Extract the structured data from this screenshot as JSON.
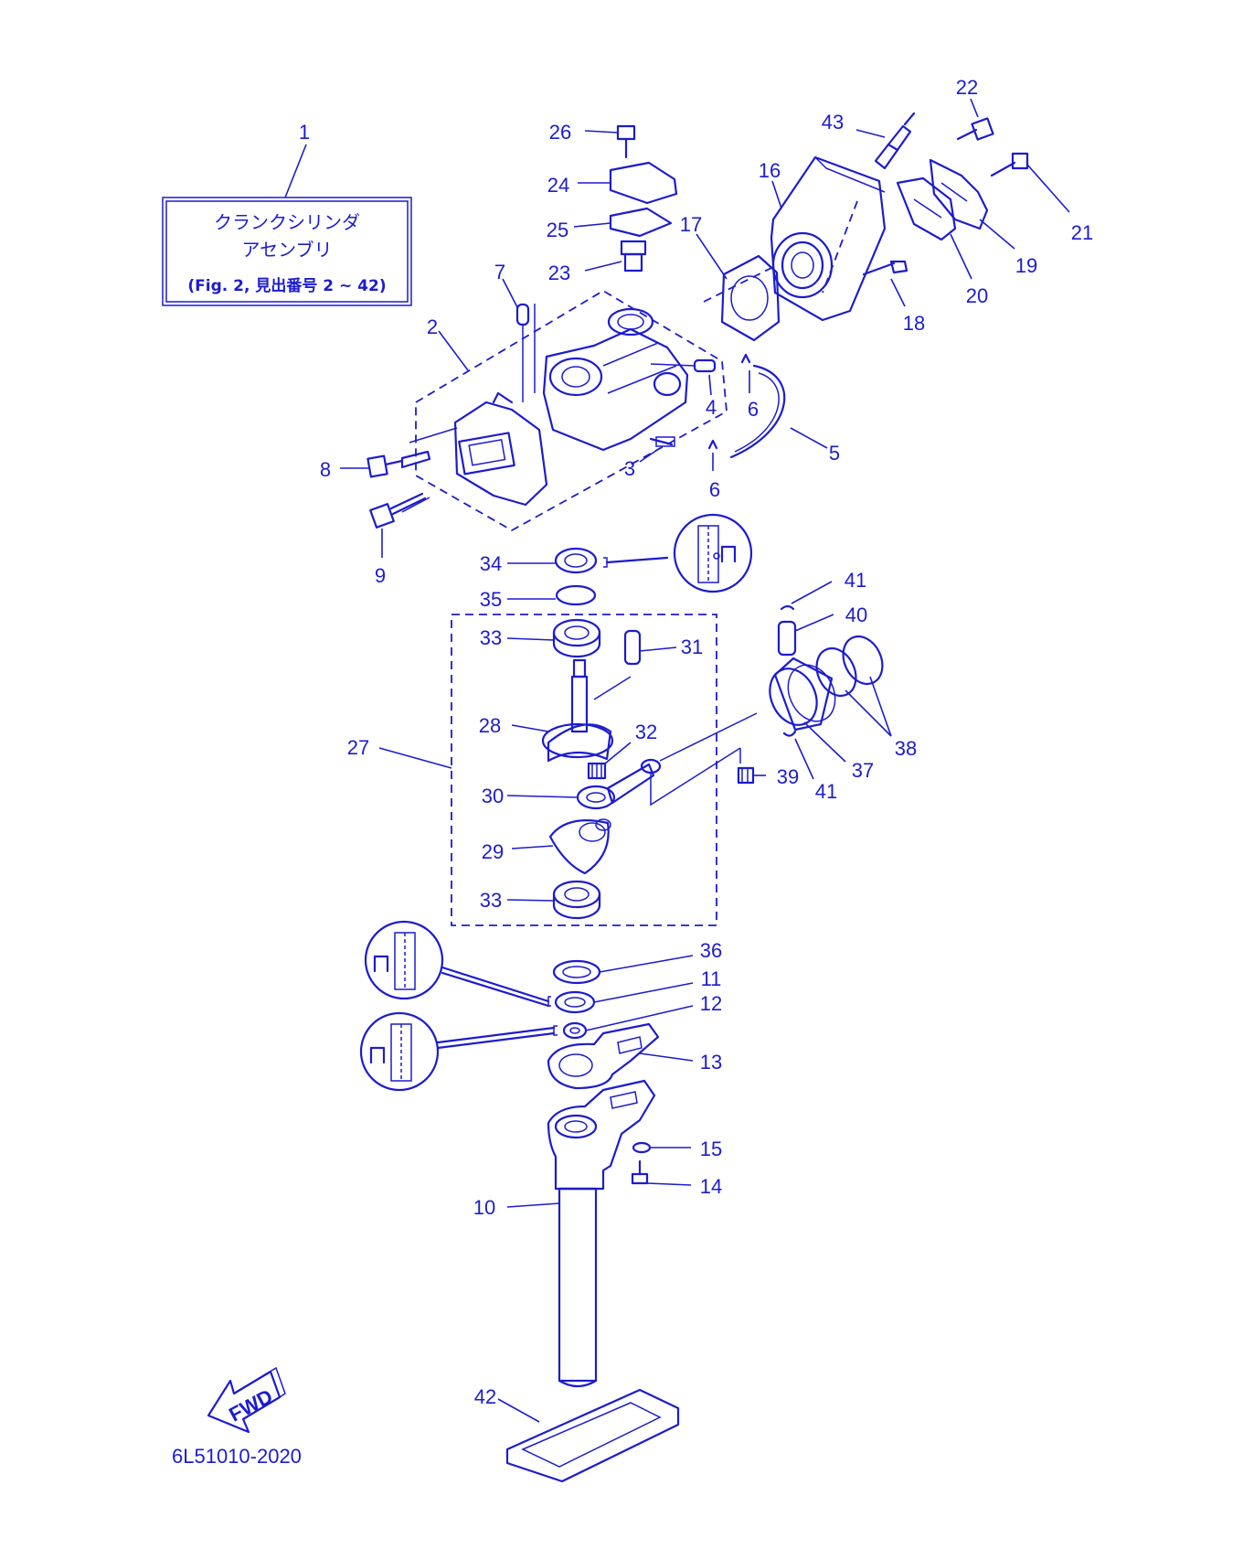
{
  "assembly_box": {
    "number": "1",
    "line1": "クランクシリンダ",
    "line2": "アセンブリ",
    "line3": "(Fig. 2, 見出番号 2 ~ 42)"
  },
  "labels": {
    "n2": "2",
    "n3": "3",
    "n4": "4",
    "n5": "5",
    "n6a": "6",
    "n6b": "6",
    "n7": "7",
    "n8": "8",
    "n9": "9",
    "n10": "10",
    "n11": "11",
    "n12": "12",
    "n13": "13",
    "n14": "14",
    "n15": "15",
    "n16": "16",
    "n17": "17",
    "n18": "18",
    "n19": "19",
    "n20": "20",
    "n21": "21",
    "n22": "22",
    "n23": "23",
    "n24": "24",
    "n25": "25",
    "n26": "26",
    "n27": "27",
    "n28": "28",
    "n29": "29",
    "n30": "30",
    "n31": "31",
    "n32": "32",
    "n33a": "33",
    "n33b": "33",
    "n34": "34",
    "n35": "35",
    "n36": "36",
    "n37": "37",
    "n38": "38",
    "n39": "39",
    "n40": "40",
    "n41a": "41",
    "n41b": "41",
    "n42": "42",
    "n43": "43"
  },
  "fwd_label": "FWD",
  "drawing_code": "6L51010-2020",
  "colors": {
    "line": "#1c1ccf",
    "background": "#ffffff"
  },
  "icons": [
    "fwd-arrow-icon",
    "seal-orientation-icon"
  ]
}
